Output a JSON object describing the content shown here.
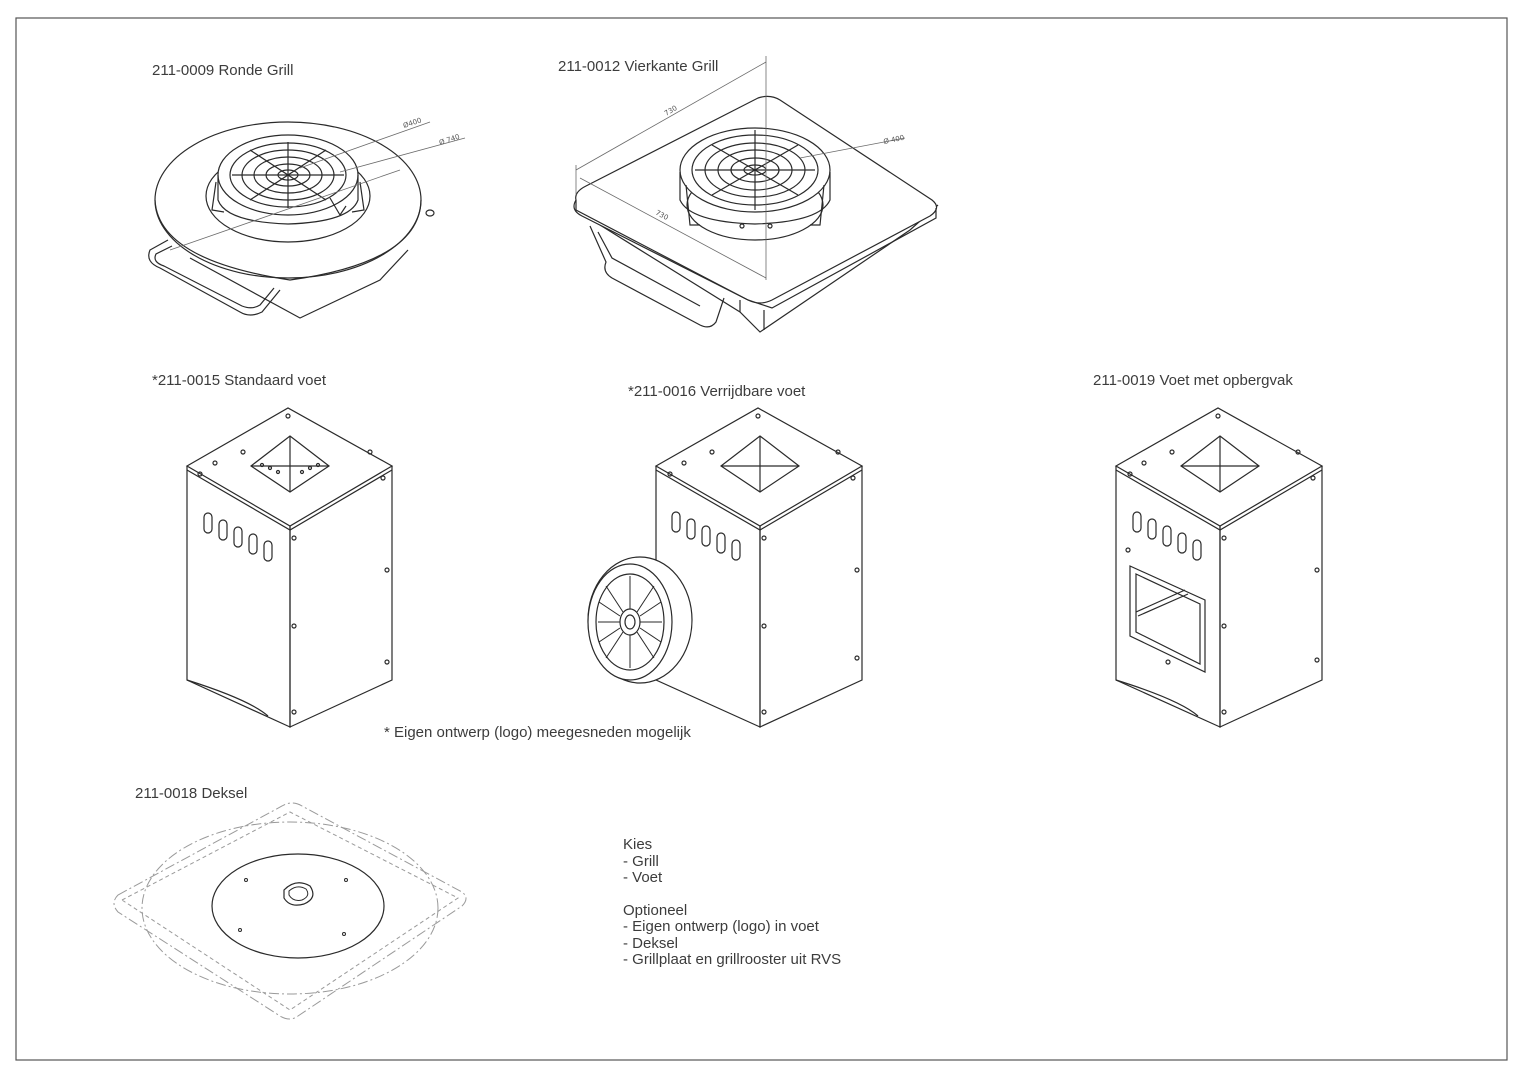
{
  "labels": {
    "round_grill": "211-0009 Ronde Grill",
    "square_grill": "211-0012 Vierkante Grill",
    "standard_foot": "*211-0015 Standaard voet",
    "wheeled_foot": "*211-0016 Verrijdbare voet",
    "storage_foot": "211-0019 Voet met opbergvak",
    "lid": "211-0018 Deksel",
    "logo_note": "* Eigen ontwerp (logo) meegesneden mogelijk"
  },
  "dimensions": {
    "round_inner": "Ø400",
    "round_outer": "Ø 740",
    "square_grate": "Ø 400",
    "square_depth": "730",
    "square_width": "730"
  },
  "choose": {
    "heading": "Kies",
    "items": [
      "- Grill",
      "- Voet"
    ]
  },
  "optional": {
    "heading": "Optioneel",
    "items": [
      "- Eigen ontwerp (logo) in voet",
      "- Deksel",
      "- Grillplaat en grillrooster uit RVS"
    ]
  }
}
